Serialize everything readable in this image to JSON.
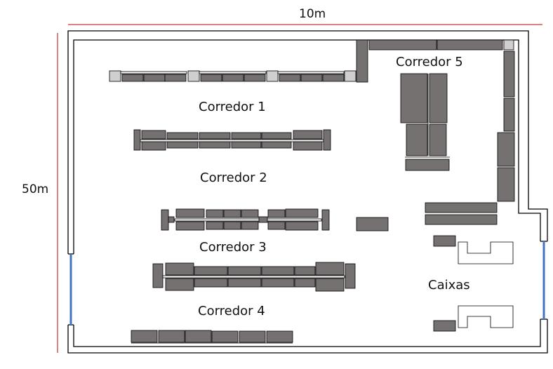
{
  "dimensions": {
    "width": "10m",
    "height": "50m"
  },
  "aisles": [
    {
      "label": "Corredor 1"
    },
    {
      "label": "Corredor 2"
    },
    {
      "label": "Corredor 3"
    },
    {
      "label": "Corredor 4"
    },
    {
      "label": "Corredor 5"
    }
  ],
  "checkout": {
    "label": "Caixas"
  },
  "colors": {
    "shelf": "#767171",
    "end_cap": "#d0cece",
    "wall": "#000000",
    "door": "#4472c4",
    "dimension_line": "#c00000"
  }
}
